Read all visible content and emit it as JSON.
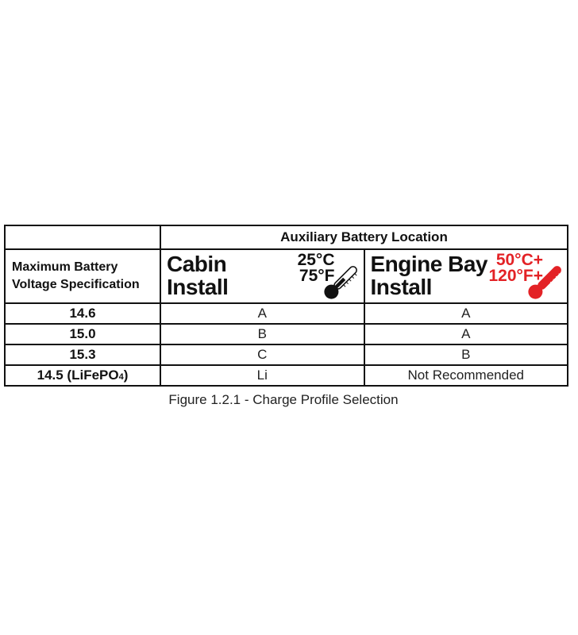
{
  "table": {
    "location_header": "Auxiliary Battery Location",
    "spec_header_line1": "Maximum Battery",
    "spec_header_line2": "Voltage Specification",
    "cabin": {
      "label_line1": "Cabin",
      "label_line2": "Install",
      "temp_c": "25°C",
      "temp_f": "75°F",
      "thermometer_icon": "thermometer-icon",
      "color": "#111111"
    },
    "engine": {
      "label_line1": "Engine Bay",
      "label_line2": "Install",
      "temp_c": "50°C+",
      "temp_f": "120°F+",
      "thermometer_icon": "thermometer-icon",
      "color": "#e32226"
    },
    "rows": [
      {
        "voltage": "14.6",
        "cabin": "A",
        "engine": "A"
      },
      {
        "voltage": "15.0",
        "cabin": "B",
        "engine": "A"
      },
      {
        "voltage": "15.3",
        "cabin": "C",
        "engine": "B"
      },
      {
        "voltage": "14.5 (LiFePO",
        "voltage_sub": "4",
        "voltage_end": ")",
        "cabin": "Li",
        "engine": "Not Recommended"
      }
    ]
  },
  "caption": "Figure 1.2.1 - Charge Profile Selection"
}
